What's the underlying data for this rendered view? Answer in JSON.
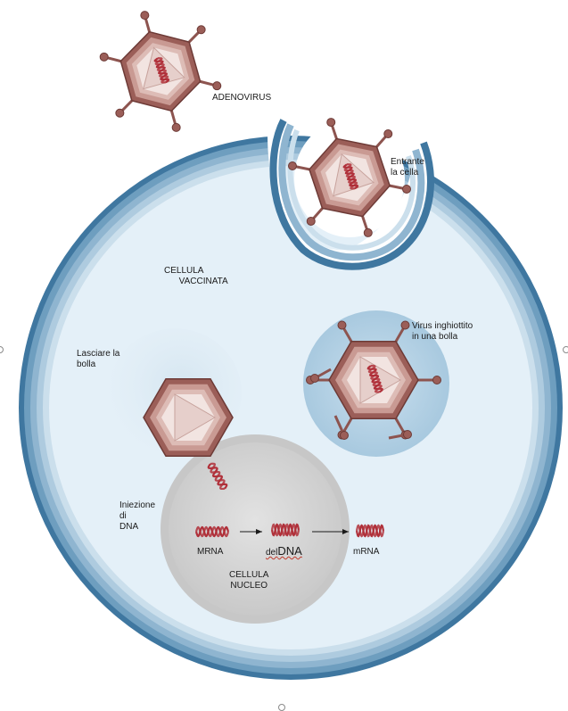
{
  "labels": {
    "adenovirus": "ADENOVIRUS",
    "entering": "Entrante\nla cella",
    "cell": "CELLULA\n      VACCINATA",
    "engulfed": "Virus inghiottito\nin una bolla",
    "leaving": "Lasciare la\nbolla",
    "injection": "Iniezione\ndi\nDNA",
    "mrna_left": "MRNA",
    "dna_prefix": "del",
    "dna_main": "DNA",
    "mrna_right": "mRNA",
    "nucleus": "CELLULA\nNUCLEO"
  },
  "colors": {
    "membrane_outer": "#4f86a8",
    "membrane_inner": "#bcd6e6",
    "cytoplasm": "#e4f0f8",
    "bubble": "#b8d5e8",
    "nucleus": "#d9d9d9",
    "virus_outer": "#9b5e58",
    "virus_face": "#c99a93",
    "virus_inner": "#f2e4e1",
    "dna": "#b0303a"
  }
}
